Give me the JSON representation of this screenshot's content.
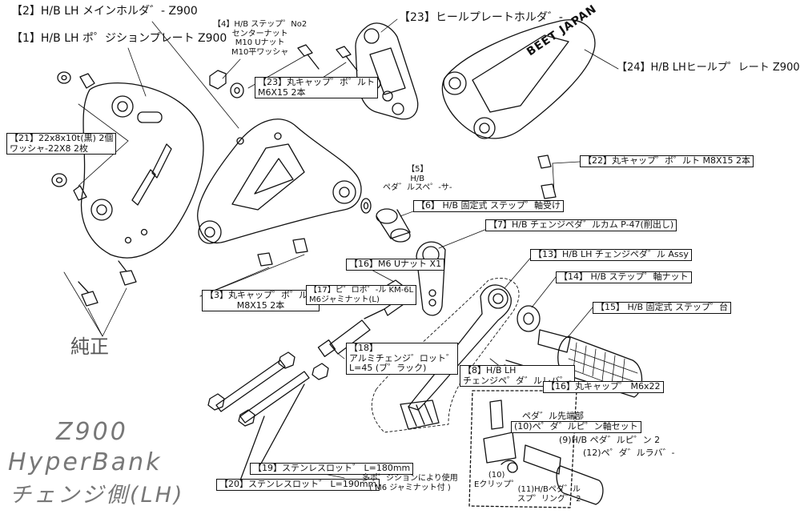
{
  "title": {
    "model": "Z900",
    "product": "HyperBank",
    "side": "チェンジ側(LH)"
  },
  "genuine_label": "純正",
  "callouts": [
    {
      "id": "c2",
      "text": "【2】H/B LH メインホルダ゛- Z900"
    },
    {
      "id": "c1",
      "text": "【1】H/B LH ポ゜ジションプレート Z900"
    },
    {
      "id": "c4",
      "lines": [
        "【4】H/B ステップ゜No2",
        "センターナット",
        "M10 Uナット",
        "M10平ワッシャ"
      ]
    },
    {
      "id": "c23b",
      "lines": [
        "【23】丸キャップ゜ボ゜ルト",
        "M6X15 2本"
      ]
    },
    {
      "id": "c23",
      "text": "【23】ヒールプレートホルダ゛-"
    },
    {
      "id": "c24",
      "text": "【24】H/B LHヒールプ゜レート Z900"
    },
    {
      "id": "c21",
      "lines": [
        "【21】22x8x10t(黒) 2個",
        "ワッシャ-22X8 2枚"
      ]
    },
    {
      "id": "c22",
      "text": "【22】丸キャップ゜ボ゜ルト M8X15 2本"
    },
    {
      "id": "c5",
      "lines": [
        "【5】",
        "H/B",
        "ペダ゛ルスペ゜-サ-"
      ]
    },
    {
      "id": "c6",
      "text": "【6】 H/B 固定式 ステップ゜軸受け"
    },
    {
      "id": "c7",
      "text": "【7】H/B チェンジペダ゛ルカム P-47(削出し)"
    },
    {
      "id": "c3",
      "lines": [
        "【3】丸キャップ゜ボ゜ルト",
        "M8X15 2本"
      ]
    },
    {
      "id": "c16a",
      "text": "【16】M6 Uナット X1"
    },
    {
      "id": "c17",
      "lines": [
        "【17】ピ゜ロボ゜-ル KM-6L",
        "M6ジャミナット(L)"
      ]
    },
    {
      "id": "c13",
      "text": "【13】H/B LH チェンジペダ゛ル Assy"
    },
    {
      "id": "c14",
      "text": "【14】 H/B ステップ゜軸ナット"
    },
    {
      "id": "c15",
      "text": "【15】 H/B 固定式 ステップ゜台"
    },
    {
      "id": "c18",
      "lines": [
        "【18】",
        "アルミチェンジ゛ロット゛",
        "L=45 (ブ゜ラック)"
      ]
    },
    {
      "id": "c8",
      "lines": [
        "【8】H/B LH",
        "チェンジペ゜ダ゛ルレバ゜-"
      ]
    },
    {
      "id": "c16b",
      "text": "【16】丸キャップ゜ M6x22"
    },
    {
      "id": "cpeda",
      "text": "ペダ゛ル先端部"
    },
    {
      "id": "c10a",
      "text": "(10)ペ゜ダ゛ルピ゜ン軸セット"
    },
    {
      "id": "c9",
      "text": "(9)H/B ペダ゛ルピ゜ン 2"
    },
    {
      "id": "c12",
      "text": "(12)ペ゜ダ゛ルラバ゛-"
    },
    {
      "id": "c10b",
      "lines": [
        "(10)",
        "Eクリップ゜"
      ]
    },
    {
      "id": "c11",
      "lines": [
        "(11)H/Bペダ゛ル",
        "スプ゜リング゛ 2"
      ]
    },
    {
      "id": "c19",
      "text": "【19】ステンレスロット゛ L=180mm"
    },
    {
      "id": "c20",
      "text": "【20】ステンレスロット゛ L=190mm"
    },
    {
      "id": "cnote",
      "lines": [
        "多ポ゜ジションにより使用",
        "( M6 ジャミナット付 )"
      ]
    }
  ],
  "logo": {
    "text": "BEET JAPAN"
  },
  "colors": {
    "ink": "#111111",
    "title": "#777777"
  }
}
